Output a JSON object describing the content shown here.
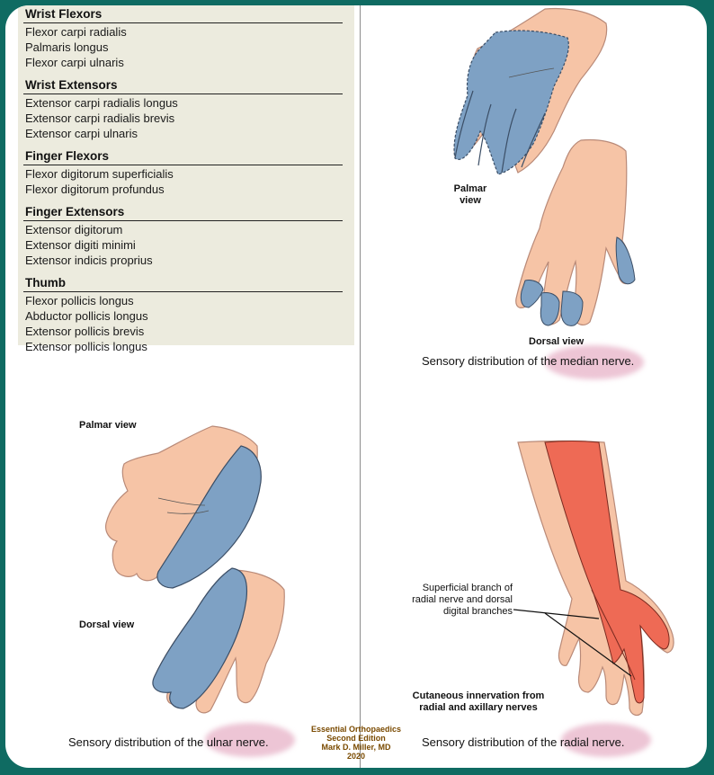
{
  "muscle_groups": [
    {
      "title": "Wrist Flexors",
      "items": [
        "Flexor carpi radialis",
        "Palmaris longus",
        "Flexor carpi ulnaris"
      ]
    },
    {
      "title": "Wrist Extensors",
      "items": [
        "Extensor carpi radialis longus",
        "Extensor carpi radialis brevis",
        "Extensor carpi ulnaris"
      ]
    },
    {
      "title": "Finger Flexors",
      "items": [
        "Flexor digitorum superficialis",
        "Flexor digitorum profundus"
      ]
    },
    {
      "title": "Finger Extensors",
      "items": [
        "Extensor digitorum",
        "Extensor digiti minimi",
        "Extensor indicis proprius"
      ]
    },
    {
      "title": "Thumb",
      "items": [
        "Flexor pollicis longus",
        "Abductor pollicis longus",
        "Extensor pollicis brevis",
        "Extensor pollicis longus"
      ]
    }
  ],
  "median": {
    "palmar_label_line1": "Palmar",
    "palmar_label_line2": "view",
    "dorsal_label": "Dorsal view",
    "caption": "Sensory distribution of the median nerve."
  },
  "ulnar": {
    "palmar_label": "Palmar view",
    "dorsal_label": "Dorsal view",
    "caption": "Sensory distribution of the ulnar nerve."
  },
  "radial": {
    "branch_label_line1": "Superficial branch of",
    "branch_label_line2": "radial nerve and dorsal",
    "branch_label_line3": "digital branches",
    "cutaneous_label_line1": "Cutaneous innervation from",
    "cutaneous_label_line2": "radial and axillary nerves",
    "caption": "Sensory distribution of the radial nerve."
  },
  "credits": {
    "line1": "Essential Orthopaedics",
    "line2": "Second Edition",
    "line3": "Mark D. Miller, MD",
    "line4": "2020"
  },
  "colors": {
    "frame": "#0f6b62",
    "skin": "#f6c4a6",
    "nerve_blue": "#7ea1c4",
    "radial_red": "#ee6a55",
    "table_bg": "#ecebde"
  }
}
